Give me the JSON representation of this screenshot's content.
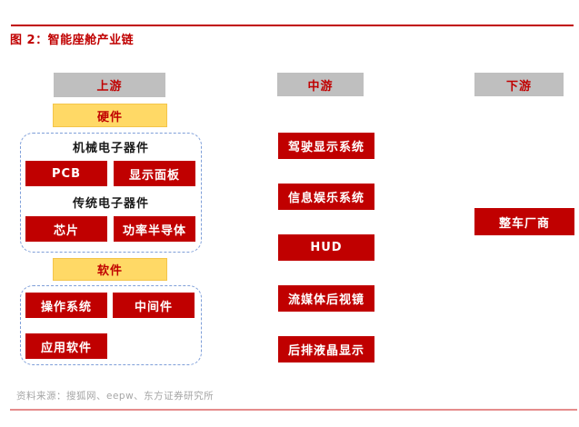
{
  "figure": {
    "title": "图 2：智能座舱产业链",
    "source": "资料来源：搜狐网、eepw、东方证券研究所"
  },
  "headers": {
    "upstream": "上游",
    "midstream": "中游",
    "downstream": "下游"
  },
  "upstream": {
    "hardware": {
      "label": "硬件",
      "groups": [
        {
          "title": "机械电子器件",
          "items": [
            "PCB",
            "显示面板"
          ]
        },
        {
          "title": "传统电子器件",
          "items": [
            "芯片",
            "功率半导体"
          ]
        }
      ]
    },
    "software": {
      "label": "软件",
      "items": [
        "操作系统",
        "中间件",
        "应用软件"
      ]
    }
  },
  "midstream": {
    "items": [
      "驾驶显示系统",
      "信息娱乐系统",
      "HUD",
      "流媒体后视镜",
      "后排液晶显示"
    ]
  },
  "downstream": {
    "items": [
      "整车厂商"
    ]
  },
  "colors": {
    "accent_red": "#c00000",
    "header_gray": "#bfbfbf",
    "label_yellow": "#ffd966",
    "dashed_border_blue": "#7f9fd9",
    "footer_rule_red": "#e58c8c",
    "source_text_gray": "#a6a6a6"
  }
}
